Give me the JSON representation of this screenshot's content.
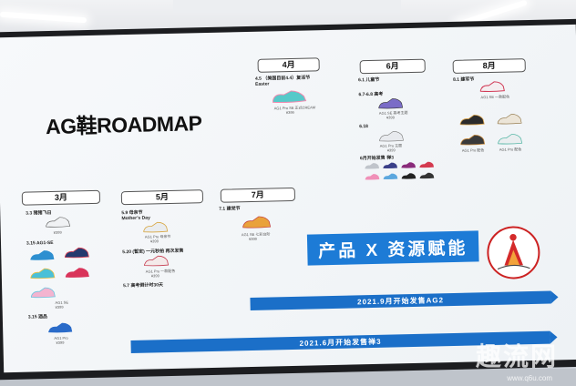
{
  "title": "AG鞋ROADMAP",
  "months": {
    "apr": "4月",
    "jun": "6月",
    "aug": "8月",
    "mar": "3月",
    "may": "5月",
    "jul": "7月"
  },
  "notes": {
    "apr_1": "4.5 （美国目前4.4）复活节",
    "apr_2": "Easter",
    "apr_3": "AG1 Pro SE 正式CREAM",
    "apr_4": "¥399",
    "jun_1": "6.1 儿童节",
    "jun_2": "6.7-6.8 高考",
    "jun_3": "AG1 SE 高考主题",
    "jun_4": "¥399",
    "jun_5": "6.18",
    "jun_6": "AG1 Pro 主题",
    "jun_7": "¥399",
    "jun_8": "6月开始发售 禅3",
    "aug_1": "8.1 建军节",
    "aug_2": "AG1 SE 一款配色",
    "aug_3": "AG1 Pro 配色",
    "aug_4": "AG1 Pro 配色",
    "mar_1": "3.3 猪猪飞日",
    "mar_2": "¥399",
    "mar_3": "3.15 AG1-SE",
    "mar_4": "AG1 SE",
    "mar_5": "¥399",
    "mar_6": "3.15 酒品",
    "mar_7": "AG1 Pro",
    "mar_8": "¥399",
    "may_1": "5.9 母亲节",
    "may_2": "Mother’s Day",
    "may_3": "AG1 Pro 母亲节",
    "may_4": "¥399",
    "may_5": "5.20 (暂定) 一元秒拍 再次发售",
    "may_6": "AG1 Pro 一款配色",
    "may_7": "¥399",
    "may_8": "5.7 高考倒计时30天",
    "jul_1": "7.1 建党节",
    "jul_2": "AG1 SE 七彩台阶",
    "jul_3": "¥399"
  },
  "banner": "产品 X 资源赋能",
  "arrow_1": "2021.9月开始发售AG2",
  "arrow_2": "2021.6月开始发售禅3",
  "watermark": "趣流网",
  "watermark_url": "www.q6u.com",
  "colors": {
    "banner": "#1d7bd6",
    "arrow": "#1b6fc8"
  }
}
